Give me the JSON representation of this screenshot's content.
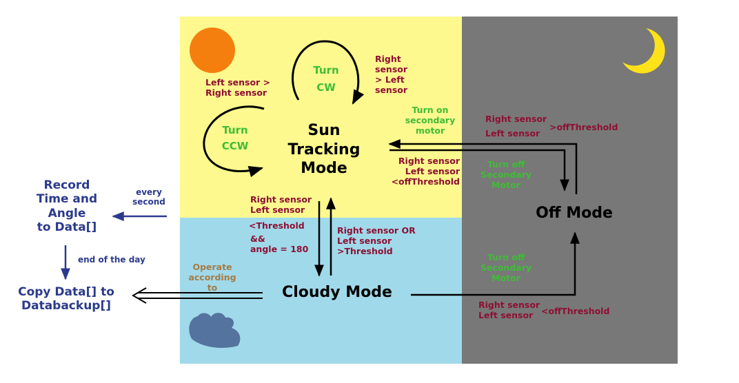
{
  "colors": {
    "sun_region": "#fdf98e",
    "cloudy_region": "#a0d9ea",
    "off_region": "#787878",
    "sun": "#f57f0e",
    "moon": "#fde21a",
    "cloud": "#55739f",
    "maroon": "#8e1033",
    "green": "#3ebd36",
    "navy": "#2b3a8c",
    "olive": "#a57b45"
  },
  "states": {
    "sun_tracking": "Sun\nTracking\nMode",
    "cloudy": "Cloudy Mode",
    "off": "Off Mode"
  },
  "self_loops": {
    "cw": "Turn\nCW",
    "ccw": "Turn\nCCW",
    "cw_condition": "Right\nsensor\n> Left\nsensor",
    "ccw_condition": "Left sensor >\nRight sensor"
  },
  "transitions": {
    "off_to_sun_action": "Turn on\nsecondary\nmotor",
    "off_to_sun_condition_sensors": "Right sensor\nLeft sensor",
    "off_to_sun_condition_threshold": ">offThreshold",
    "sun_to_off_condition": "Right sensor\nLeft sensor\n<offThreshold",
    "sun_to_off_action": "Turn off\nSecondary\nMotor",
    "sun_to_cloudy_sensors": "Right sensor\nLeft sensor",
    "sun_to_cloudy_threshold": "<Threshold",
    "sun_to_cloudy_angle": "&&\nangle = 180",
    "cloudy_to_sun_condition": "Right sensor OR\nLeft sensor\n >Threshold",
    "cloudy_to_off_action": "Turn off\nSecondary\nMotor",
    "cloudy_to_off_sensors": "Right sensor\nLeft sensor",
    "cloudy_to_off_threshold": "<offThreshold",
    "cloudy_operate": "Operate\naccording to"
  },
  "side_process": {
    "record": "Record\nTime and\nAngle\nto Data[]",
    "every_second": "every\nsecond",
    "end_of_day": "end of the day",
    "copy": "Copy Data[] to\nDatabackup[]"
  }
}
